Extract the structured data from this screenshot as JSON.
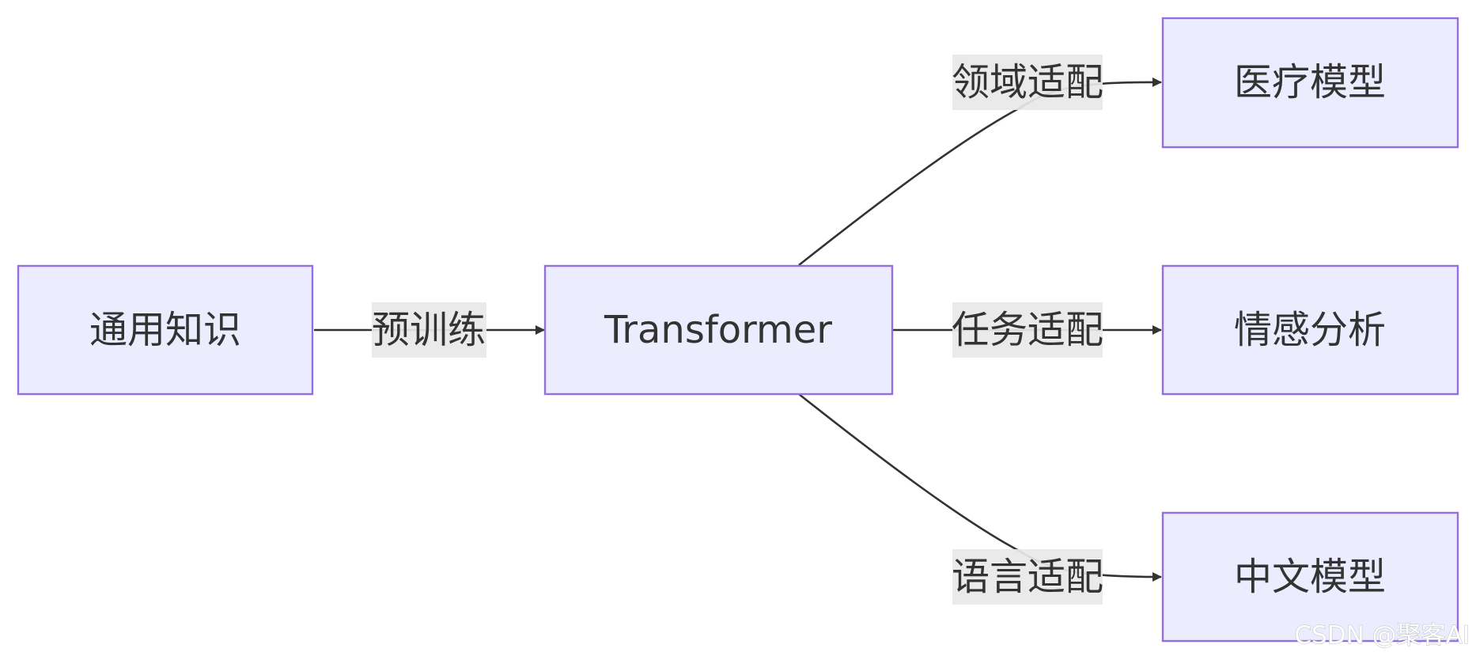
{
  "nodes": {
    "general_knowledge": "通用知识",
    "transformer": "Transformer",
    "medical_model": "医疗模型",
    "sentiment_analysis": "情感分析",
    "chinese_model": "中文模型"
  },
  "edges": {
    "pretraining": "预训练",
    "domain_adaptation": "领域适配",
    "task_adaptation": "任务适配",
    "language_adaptation": "语言适配"
  },
  "watermark": "CSDN @聚客AI",
  "colors": {
    "node_fill": "#ECECFF",
    "node_border": "#9370DB",
    "edge": "#333333",
    "label_bg": "#E8E8E8",
    "text": "#333333"
  }
}
